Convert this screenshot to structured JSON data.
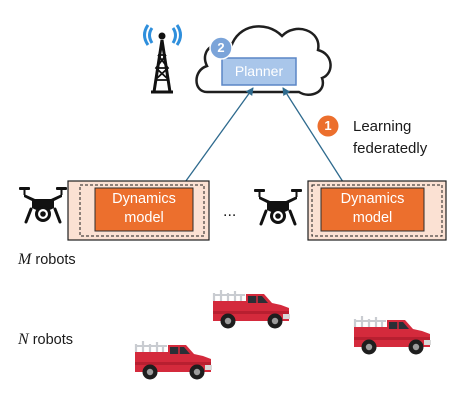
{
  "planner": {
    "label": "Planner",
    "step_number": "2"
  },
  "learning": {
    "step_number": "1",
    "line1": "Learning",
    "line2": "federatedly"
  },
  "dynamics_blocks": [
    {
      "line1": "Dynamics",
      "line2": "model"
    },
    {
      "line1": "Dynamics",
      "line2": "model"
    }
  ],
  "ellipsis": "...",
  "robots": {
    "m_var": "M",
    "m_label": "robots",
    "n_var": "N",
    "n_label": "robots"
  },
  "icons": [
    "antenna-tower-icon",
    "cloud-icon",
    "drone-icon",
    "pickup-truck-icon"
  ],
  "colors": {
    "cloud_outline": "#1f1f1f",
    "planner_fill": "#a9c6ea",
    "planner_border": "#5b86c6",
    "badge_blue": "#7ba4d9",
    "badge_orange": "#ec6f2d",
    "dynamics_fill": "#ec6f2d",
    "robot_panel_fill": "#fbe1d3",
    "arrow": "#2e6a8e",
    "signal": "#2f8fdc",
    "truck_body": "#d42a3c"
  }
}
